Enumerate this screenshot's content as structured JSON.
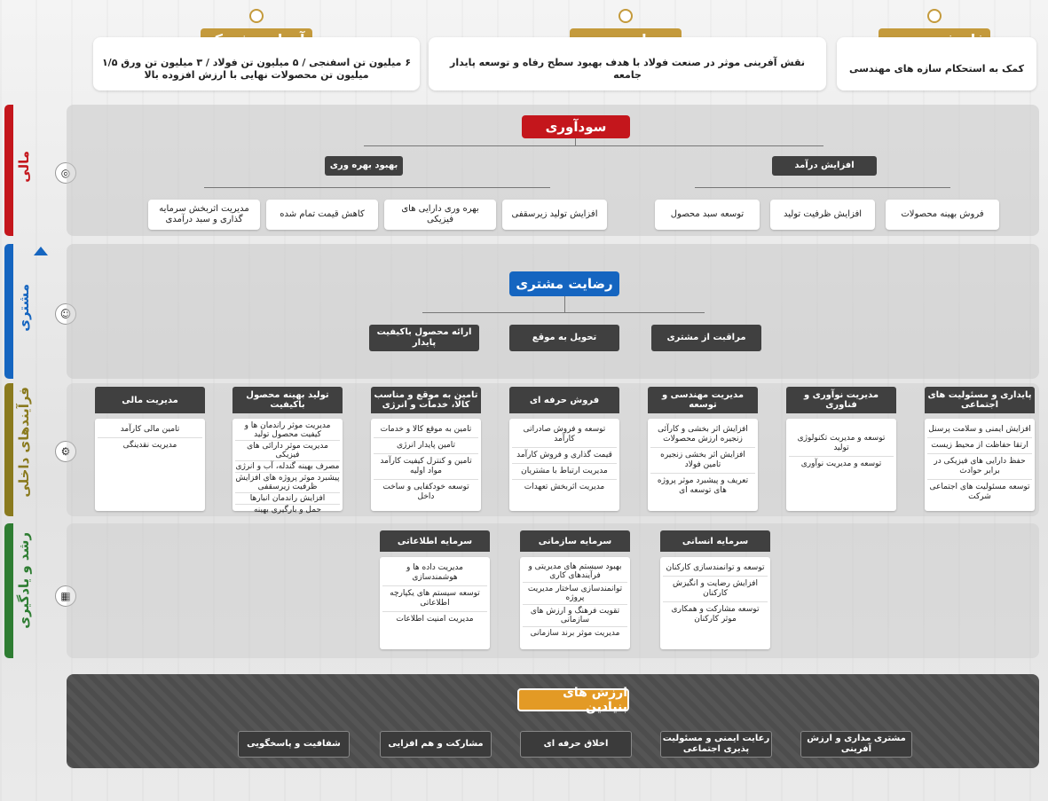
{
  "header": {
    "shared_vision": {
      "title": "آرمان مشترک",
      "text": "۶ میلیون تن اسفنجی / ۵ میلیون تن فولاد / ۳ میلیون تن ورق ۱/۵ میلیون تن محصولات نهایی با ارزش افزوده بالا"
    },
    "mission": {
      "title": "ماموریت",
      "text": "نقش آفرینی موثر در صنعت فولاد با هدف بهبود سطح رفاه و توسعه پایدار جامعه"
    },
    "philosophy": {
      "title": "فلسفه وجودی",
      "text": "کمک به استحکام سازه های مهندسی"
    }
  },
  "sections": {
    "financial": "مالی",
    "customer": "مشتری",
    "internal": "فرآیندهای داخلی",
    "growth": "رشد و یادگیری"
  },
  "financial": {
    "main": "سودآوری",
    "left_head": "بهبود بهره وری",
    "right_head": "افزایش درآمد",
    "left_items": [
      "مدیریت اثربخش سرمایه گذاری و سبد درآمدی",
      "کاهش قیمت تمام شده",
      "بهره وری دارایی های فیزیکی",
      "افزایش تولید زیرسقفی"
    ],
    "right_items": [
      "توسعه سبد محصول",
      "افزایش ظرفیت تولید",
      "فروش بهینه محصولات"
    ]
  },
  "customer": {
    "main": "رضایت مشتری",
    "items": [
      "ارائه محصول باکیفیت پایدار",
      "تحویل به موقع",
      "مراقبت از مشتری"
    ]
  },
  "internal": {
    "columns": [
      {
        "title": "مدیریت مالی",
        "items": [
          "تامین مالی کارآمد",
          "مدیریت نقدینگی"
        ]
      },
      {
        "title": "تولید بهینه محصول باکیفیت",
        "items": [
          "مدیریت موثر راندمان ها و کیفیت محصول تولید",
          "مدیریت موثر دارائی های فیزیکی",
          "مصرف بهینه گندله، آب و انرژی",
          "پیشبرد موثر پروژه های افزایش ظرفیت زیرسقفی",
          "افزایش راندمان انبارها",
          "حمل و بارگیری بهینه"
        ]
      },
      {
        "title": "تامین به موقع و مناسب کالا، خدمات و انرژی",
        "items": [
          "تامین به موقع کالا و خدمات",
          "تامین پایدار انرژی",
          "تامین و کنترل کیفیت کارآمد مواد اولیه",
          "توسعه خودکفایی و ساخت داخل"
        ]
      },
      {
        "title": "فروش حرفه ای",
        "items": [
          "توسعه و فروش صادراتی کارآمد",
          "قیمت گذاری و فروش کارآمد",
          "مدیریت ارتباط با مشتریان",
          "مدیریت اثربخش تعهدات"
        ]
      },
      {
        "title": "مدیریت مهندسی و توسعه",
        "items": [
          "افزایش اثر بخشی و کارآئی زنجیره ارزش محصولات",
          "افزایش اثر بخشی زنجیره تامین فولاد",
          "تعریف و پیشبرد موثر پروژه های توسعه ای"
        ]
      },
      {
        "title": "مدیریت نوآوری و فناوری",
        "items": [
          "توسعه و مدیریت تکنولوژی تولید",
          "توسعه و مدیریت نوآوری"
        ]
      },
      {
        "title": "پایداری و مسئولیت های اجتماعی",
        "items": [
          "افزایش ایمنی و سلامت پرسنل",
          "ارتقا حفاظت از محیط زیست",
          "حفظ دارایی های فیزیکی در برابر حوادث",
          "توسعه مسئولیت های اجتماعی شرکت"
        ]
      }
    ]
  },
  "growth": {
    "columns": [
      {
        "title": "سرمایه اطلاعاتی",
        "items": [
          "مدیریت داده ها و هوشمندسازی",
          "توسعه سیستم های یکپارچه اطلاعاتی",
          "مدیریت امنیت اطلاعات"
        ]
      },
      {
        "title": "سرمایه سازمانی",
        "items": [
          "بهبود سیستم های مدیریتی و فرآیندهای کاری",
          "توانمندسازی ساختار مدیریت پروژه",
          "تقویت فرهنگ و ارزش های سازمانی",
          "مدیریت موثر برند سازمانی"
        ]
      },
      {
        "title": "سرمایه انسانی",
        "items": [
          "توسعه و توانمندسازی کارکنان",
          "افزایش رضایت و انگیزش کارکنان",
          "توسعه مشارکت و همکاری موثر کارکنان"
        ]
      }
    ]
  },
  "values": {
    "title": "ارزش های بنیادین",
    "items": [
      "شفافیت و پاسخگویی",
      "مشارکت و هم افزایی",
      "اخلاق حرفه ای",
      "رعایت ایمنی و مسئولیت پذیری اجتماعی",
      "مشتری مداری و ارزش آفرینی"
    ]
  },
  "colors": {
    "gold": "#c49a3c",
    "red": "#c4161c",
    "blue": "#1565c0",
    "olive": "#8a7a1e",
    "green": "#2e7d32"
  }
}
